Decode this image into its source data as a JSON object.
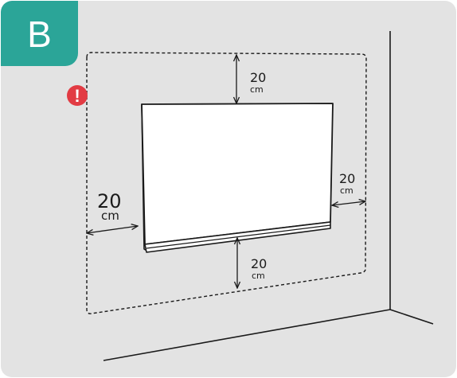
{
  "badge": {
    "letter": "B",
    "color": "#2ba598"
  },
  "warning": {
    "icon": "exclamation-icon",
    "symbol": "!",
    "color": "#e23b43"
  },
  "clearances": {
    "top": {
      "value": "20",
      "unit": "cm"
    },
    "right": {
      "value": "20",
      "unit": "cm"
    },
    "bottom": {
      "value": "20",
      "unit": "cm"
    },
    "left": {
      "value": "20",
      "unit": "cm"
    }
  }
}
